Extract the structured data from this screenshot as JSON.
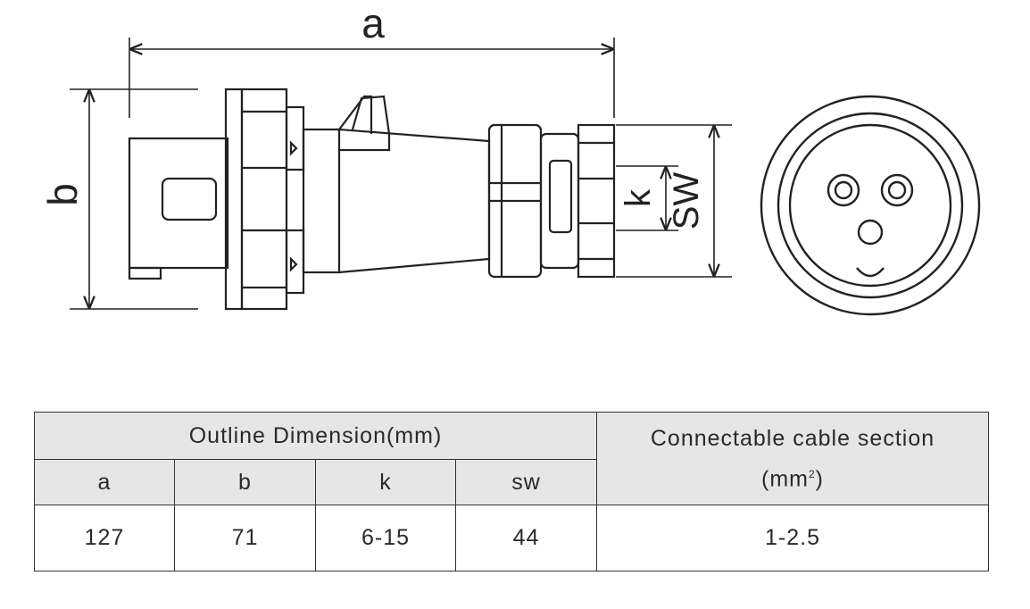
{
  "diagram": {
    "labels": {
      "a": "a",
      "b": "b",
      "k": "k",
      "sw": "SW"
    },
    "stroke_color": "#222222"
  },
  "table": {
    "outline_header": "Outline Dimension(mm)",
    "cable_header_line1": "Connectable cable section",
    "cable_header_line2": "(mm",
    "cable_header_sup": "2",
    "cable_header_close": ")",
    "columns": [
      "a",
      "b",
      "k",
      "sw"
    ],
    "values": [
      "127",
      "71",
      "6-15",
      "44"
    ],
    "cable_value": "1-2.5",
    "header_bg": "#e6e6e6"
  }
}
